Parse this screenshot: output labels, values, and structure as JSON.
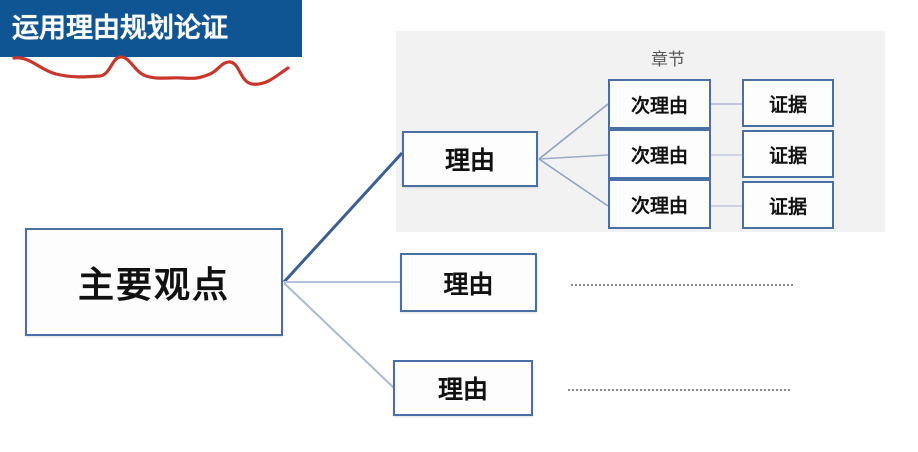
{
  "slide": {
    "title_banner": {
      "text": "运用理由规划论证",
      "bg_color": "#0f5493",
      "text_color": "#ffffff"
    },
    "underline": {
      "name": "red-squiggle-underline",
      "color": "#c9362c"
    },
    "panel": {
      "name": "highlight-panel",
      "bg_color": "#f2f2f2"
    },
    "colors": {
      "box_border": "#4a6fa5",
      "box_fill": "#fdfdfd",
      "connector_strong": "#3b5f90",
      "connector_light": "#aab9d4",
      "dotted_line": "#8a8a8a",
      "text": "#111111"
    },
    "main_node": {
      "label": "主要观点"
    },
    "chapter_label": "章节",
    "reasons": [
      {
        "label": "理由",
        "has_dotted_trail": false
      },
      {
        "label": "理由",
        "has_dotted_trail": true
      },
      {
        "label": "理由",
        "has_dotted_trail": true
      }
    ],
    "sub_reasons": [
      {
        "label": "次理由"
      },
      {
        "label": "次理由"
      },
      {
        "label": "次理由"
      }
    ],
    "evidence": [
      {
        "label": "证据"
      },
      {
        "label": "证据"
      },
      {
        "label": "证据"
      }
    ]
  }
}
